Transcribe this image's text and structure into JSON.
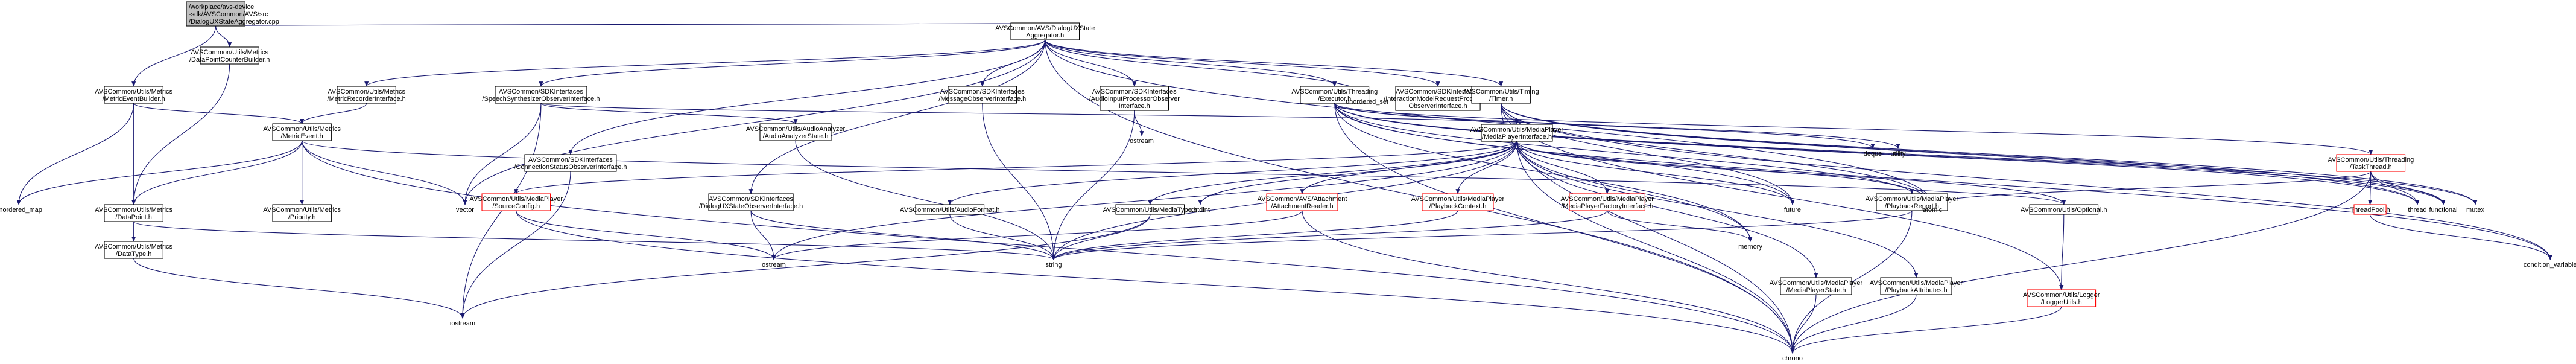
{
  "colors": {
    "edge": "#191970",
    "normal_border": "#000000",
    "missing_border": "#ff0000",
    "root_fill": "#bfbfbf",
    "node_fill": "#ffffff",
    "text": "#000000"
  },
  "nodes": [
    {
      "id": "root",
      "lines": [
        "/workplace/avs-device",
        "-sdk/AVSCommon/AVS/src",
        "/DialogUXStateAggregator.cpp"
      ],
      "style": "root",
      "icon": "none"
    },
    {
      "id": "dsuxh",
      "lines": [
        "AVSCommon/AVS/DialogUXState",
        "Aggregator.h"
      ],
      "style": "normal",
      "icon": "none"
    },
    {
      "id": "dpcb",
      "lines": [
        "AVSCommon/Utils/Metrics",
        "/DataPointCounterBuilder.h"
      ],
      "style": "normal",
      "icon": "none"
    },
    {
      "id": "meb",
      "lines": [
        "AVSCommon/Utils/Metrics",
        "/MetricEventBuilder.h"
      ],
      "style": "normal",
      "icon": "none"
    },
    {
      "id": "mri",
      "lines": [
        "AVSCommon/Utils/Metrics",
        "/MetricRecorderInterface.h"
      ],
      "style": "normal",
      "icon": "none"
    },
    {
      "id": "ssoi",
      "lines": [
        "AVSCommon/SDKInterfaces",
        "/SpeechSynthesizerObserverInterface.h"
      ],
      "style": "normal",
      "icon": "none"
    },
    {
      "id": "moi",
      "lines": [
        "AVSCommon/SDKInterfaces",
        "/MessageObserverInterface.h"
      ],
      "style": "normal",
      "icon": "none"
    },
    {
      "id": "aipoi",
      "lines": [
        "AVSCommon/SDKInterfaces",
        "/AudioInputProcessorObserver",
        "Interface.h"
      ],
      "style": "normal",
      "icon": "none"
    },
    {
      "id": "executor",
      "lines": [
        "AVSCommon/Utils/Threading",
        "/Executor.h"
      ],
      "style": "normal",
      "icon": "none"
    },
    {
      "id": "unordered_set",
      "lines": [
        "unordered_set"
      ],
      "style": "plain",
      "icon": "none"
    },
    {
      "id": "imrpoi",
      "lines": [
        "AVSCommon/SDKInterfaces",
        "/InteractionModelRequestProcessing",
        "ObserverInterface.h"
      ],
      "style": "normal",
      "icon": "none"
    },
    {
      "id": "timer",
      "lines": [
        "AVSCommon/Utils/Timing",
        "/Timer.h"
      ],
      "style": "normal",
      "icon": "none"
    },
    {
      "id": "metricevent",
      "lines": [
        "AVSCommon/Utils/Metrics",
        "/MetricEvent.h"
      ],
      "style": "normal",
      "icon": "none"
    },
    {
      "id": "csoi",
      "lines": [
        "AVSCommon/SDKInterfaces",
        "/ConnectionStatusObserverInterface.h"
      ],
      "style": "normal",
      "icon": "none"
    },
    {
      "id": "aas",
      "lines": [
        "AVSCommon/Utils/AudioAnalyzer",
        "/AudioAnalyzerState.h"
      ],
      "style": "normal",
      "icon": "none"
    },
    {
      "id": "ostream_top",
      "lines": [
        "ostream"
      ],
      "style": "plain",
      "icon": "none"
    },
    {
      "id": "mpi",
      "lines": [
        "AVSCommon/Utils/MediaPlayer",
        "/MediaPlayerInterface.h"
      ],
      "style": "normal",
      "icon": "none"
    },
    {
      "id": "deque",
      "lines": [
        "deque"
      ],
      "style": "plain",
      "icon": "none"
    },
    {
      "id": "utility",
      "lines": [
        "utility"
      ],
      "style": "plain",
      "icon": "none"
    },
    {
      "id": "taskthread",
      "lines": [
        "AVSCommon/Utils/Threading",
        "/TaskThread.h"
      ],
      "style": "missing",
      "icon": "none"
    },
    {
      "id": "unordered_map",
      "lines": [
        "unordered_map"
      ],
      "style": "plain",
      "icon": "none"
    },
    {
      "id": "datapoint",
      "lines": [
        "AVSCommon/Utils/Metrics",
        "/DataPoint.h"
      ],
      "style": "normal",
      "icon": "none"
    },
    {
      "id": "priority",
      "lines": [
        "AVSCommon/Utils/Metrics",
        "/Priority.h"
      ],
      "style": "normal",
      "icon": "none"
    },
    {
      "id": "vector",
      "lines": [
        "vector"
      ],
      "style": "plain",
      "icon": "none"
    },
    {
      "id": "sourceconfig",
      "lines": [
        "AVSCommon/Utils/MediaPlayer",
        "/SourceConfig.h"
      ],
      "style": "missing",
      "icon": "none"
    },
    {
      "id": "dsuxsoi",
      "lines": [
        "AVSCommon/SDKInterfaces",
        "/DialogUXStateObserverInterface.h"
      ],
      "style": "normal",
      "icon": "none"
    },
    {
      "id": "audioformat",
      "lines": [
        "AVSCommon/Utils/AudioFormat.h"
      ],
      "style": "normal",
      "icon": "none"
    },
    {
      "id": "mediatype",
      "lines": [
        "AVSCommon/Utils/MediaType.h"
      ],
      "style": "normal",
      "icon": "none"
    },
    {
      "id": "cstdint",
      "lines": [
        "cstdint"
      ],
      "style": "plain",
      "icon": "none"
    },
    {
      "id": "attreader",
      "lines": [
        "AVSCommon/AVS/Attachment",
        "/AttachmentReader.h"
      ],
      "style": "missing",
      "icon": "none"
    },
    {
      "id": "playbackcontext",
      "lines": [
        "AVSCommon/Utils/MediaPlayer",
        "/PlaybackContext.h"
      ],
      "style": "missing",
      "icon": "none"
    },
    {
      "id": "mpfi",
      "lines": [
        "AVSCommon/Utils/MediaPlayer",
        "/MediaPlayerFactoryInterface.h"
      ],
      "style": "missing",
      "icon": "none"
    },
    {
      "id": "playbackreport",
      "lines": [
        "AVSCommon/Utils/MediaPlayer",
        "/PlaybackReport.h"
      ],
      "style": "normal",
      "icon": "none"
    },
    {
      "id": "optional",
      "lines": [
        "AVSCommon/Utils/Optional.h"
      ],
      "style": "normal",
      "icon": "none"
    },
    {
      "id": "threadpool",
      "lines": [
        "ThreadPool.h"
      ],
      "style": "missing",
      "icon": "none"
    },
    {
      "id": "thread",
      "lines": [
        "thread"
      ],
      "style": "plain",
      "icon": "none"
    },
    {
      "id": "functional",
      "lines": [
        "functional"
      ],
      "style": "plain",
      "icon": "none"
    },
    {
      "id": "mutex",
      "lines": [
        "mutex"
      ],
      "style": "plain",
      "icon": "none"
    },
    {
      "id": "future",
      "lines": [
        "future"
      ],
      "style": "plain",
      "icon": "none"
    },
    {
      "id": "atomic",
      "lines": [
        "atomic"
      ],
      "style": "plain",
      "icon": "none"
    },
    {
      "id": "memory",
      "lines": [
        "memory"
      ],
      "style": "plain",
      "icon": "none"
    },
    {
      "id": "datatype",
      "lines": [
        "AVSCommon/Utils/Metrics",
        "/DataType.h"
      ],
      "style": "normal",
      "icon": "none"
    },
    {
      "id": "ostream_mid",
      "lines": [
        "ostream"
      ],
      "style": "plain",
      "icon": "none"
    },
    {
      "id": "string",
      "lines": [
        "string"
      ],
      "style": "plain",
      "icon": "none"
    },
    {
      "id": "mpstate",
      "lines": [
        "AVSCommon/Utils/MediaPlayer",
        "/MediaPlayerState.h"
      ],
      "style": "normal",
      "icon": "none"
    },
    {
      "id": "playbackattr",
      "lines": [
        "AVSCommon/Utils/MediaPlayer",
        "/PlaybackAttributes.h"
      ],
      "style": "normal",
      "icon": "none"
    },
    {
      "id": "loggerutils",
      "lines": [
        "AVSCommon/Utils/Logger",
        "/LoggerUtils.h"
      ],
      "style": "missing",
      "icon": "none"
    },
    {
      "id": "condvar",
      "lines": [
        "condition_variable"
      ],
      "style": "plain",
      "icon": "none"
    },
    {
      "id": "iostream",
      "lines": [
        "iostream"
      ],
      "style": "plain",
      "icon": "none"
    },
    {
      "id": "chrono",
      "lines": [
        "chrono"
      ],
      "style": "plain",
      "icon": "none"
    }
  ]
}
